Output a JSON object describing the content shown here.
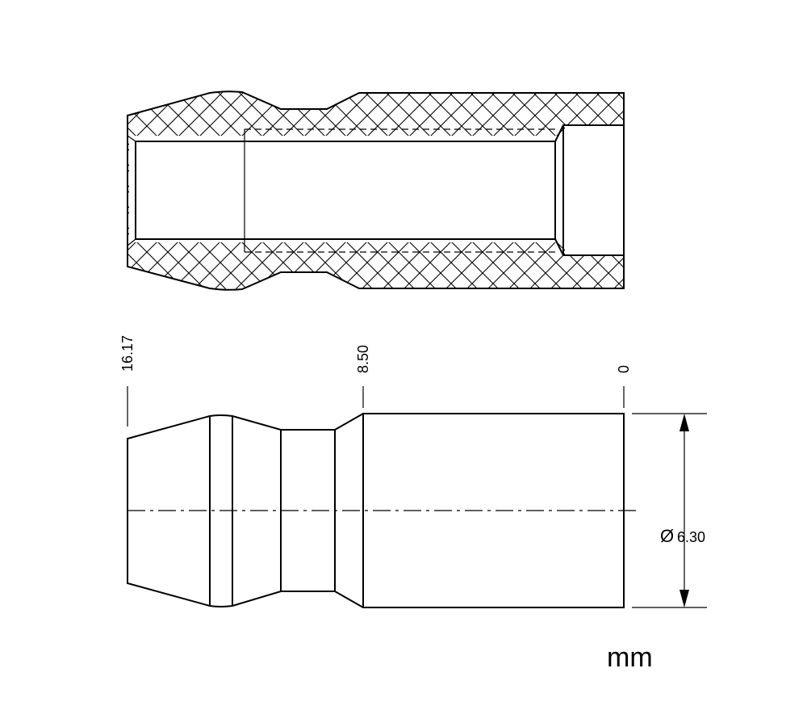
{
  "dimensions": {
    "pos_1617": "16.17",
    "pos_850": "8.50",
    "pos_0": "0",
    "diameter_symbol": "Ø",
    "diameter_value": "6.30"
  },
  "units": "mm"
}
